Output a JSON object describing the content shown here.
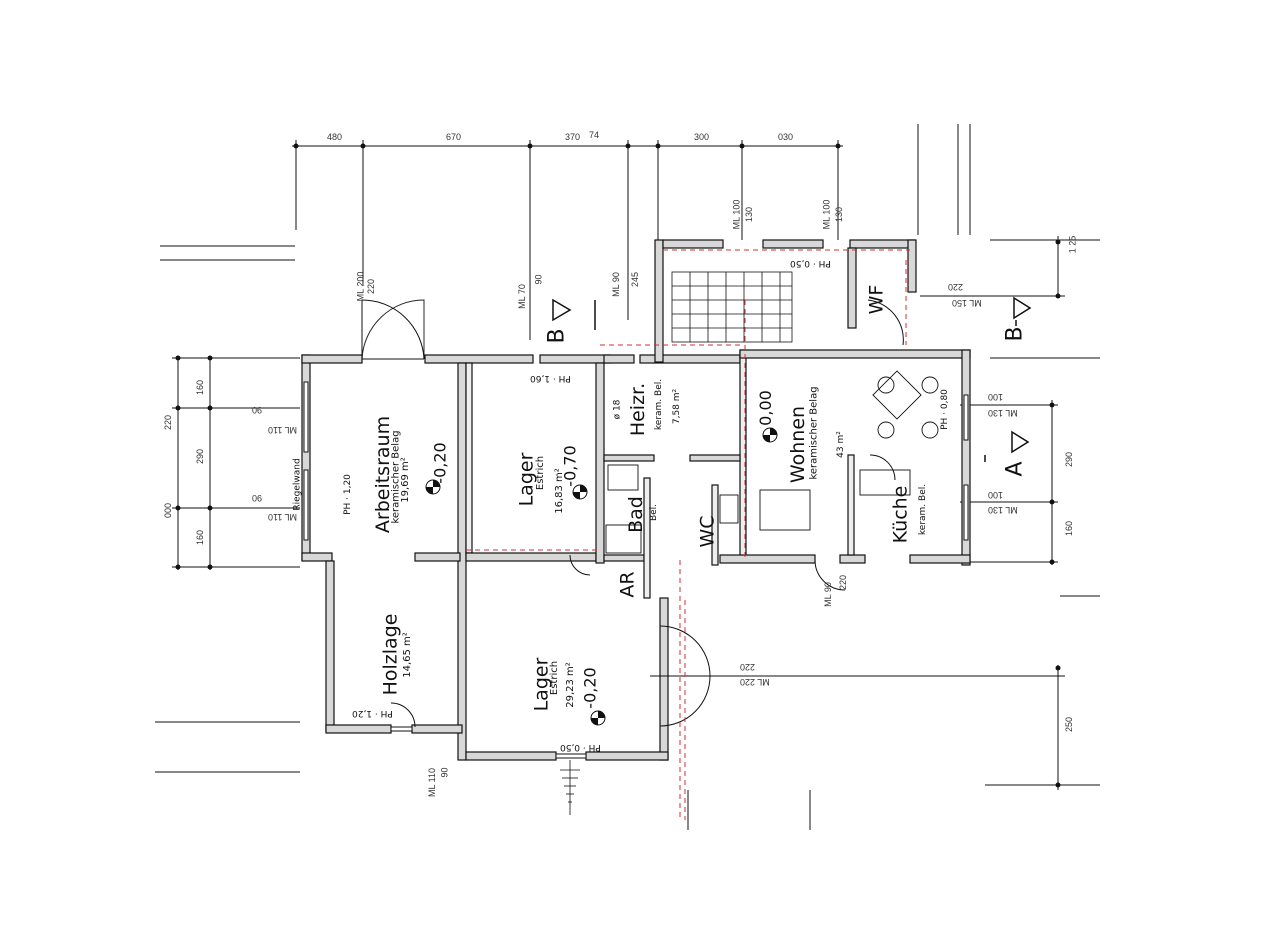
{
  "rooms": {
    "arbeitsraum": {
      "name": "Arbeitsraum",
      "floor": "keramischer Belag",
      "area": "19,69 m²",
      "level": "-0,20"
    },
    "lager_upper": {
      "name": "Lager",
      "floor": "Estrich",
      "area": "16,83 m²",
      "level": "-0,70"
    },
    "holzlage": {
      "name": "Holzlage",
      "area": "14,65 m²"
    },
    "lager_lower": {
      "name": "Lager",
      "floor": "Estrich",
      "area": "29,23 m²",
      "level": "-0,20"
    },
    "heizr": {
      "name": "Heizr.",
      "floor": "keram. Bel.",
      "area": "7,58 m²"
    },
    "bad": {
      "name": "Bad",
      "floor": "Bel."
    },
    "wc": {
      "name": "WC"
    },
    "ar": {
      "name": "AR"
    },
    "wohnen": {
      "name": "Wohnen",
      "floor": "keramischer Belag",
      "area": "43 m²",
      "level": "0,00"
    },
    "kueche": {
      "name": "Küche",
      "floor": "keram. Bel."
    },
    "wf": {
      "name": "WF"
    }
  },
  "notes": {
    "ph_120_a": "PH · 1,20",
    "ph_120_b": "PH · 1,20",
    "ph_160": "PH · 1,60",
    "ph_050_a": "PH · 0,50",
    "ph_050_b": "PH · 0,50",
    "ph_080": "PH · 0,80",
    "riegelwand": "Riegelwand",
    "diameter": "ø 18"
  },
  "sections": {
    "a": "A",
    "b": "B"
  },
  "dimensions": {
    "top": [
      "480",
      "670",
      "370",
      "74",
      "300",
      "030"
    ],
    "left": [
      "160",
      "220",
      "290",
      "160",
      "000"
    ],
    "right": [
      "1 25",
      "290",
      "160",
      "250"
    ],
    "ml": [
      "ML 200",
      "220",
      "ML 70",
      "90",
      "ML 90",
      "245",
      "ML 100",
      "130",
      "ML 100",
      "130",
      "ML 110",
      "90",
      "ML 110",
      "90",
      "ML 150",
      "220",
      "ML 130",
      "100",
      "ML 130",
      "100",
      "ML 220",
      "220",
      "ML 90",
      "220",
      "ML 110",
      "90"
    ]
  }
}
